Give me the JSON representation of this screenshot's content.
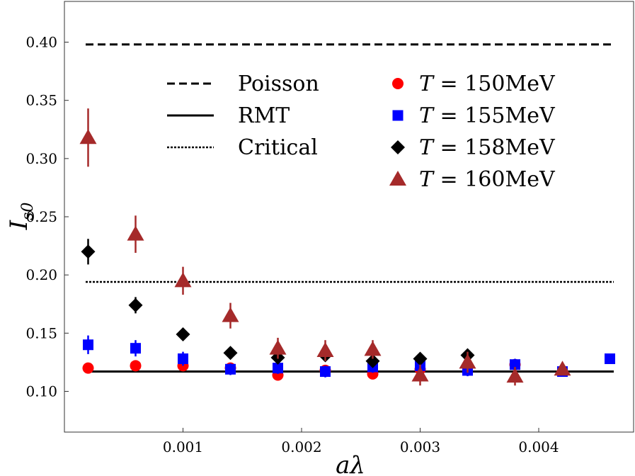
{
  "chart_data": {
    "type": "scatter",
    "xlabel": "aλ",
    "ylabel": "I_s0",
    "xlim": [
      0.0,
      0.0048
    ],
    "ylim": [
      0.065,
      0.435
    ],
    "x_ticks": [
      0.001,
      0.002,
      0.003,
      0.004
    ],
    "x_tick_labels": [
      "0.001",
      "0.002",
      "0.003",
      "0.004"
    ],
    "y_ticks": [
      0.1,
      0.15,
      0.2,
      0.25,
      0.3,
      0.35,
      0.4
    ],
    "y_tick_labels": [
      "0.10",
      "0.15",
      "0.20",
      "0.25",
      "0.30",
      "0.35",
      "0.40"
    ],
    "grid": false,
    "legend_placement": "upper-center",
    "reference_lines": [
      {
        "name": "Poisson",
        "y": 0.398,
        "style": "dashed",
        "color": "#000000"
      },
      {
        "name": "RMT",
        "y": 0.117,
        "style": "solid",
        "color": "#000000"
      },
      {
        "name": "Critical",
        "y": 0.194,
        "style": "dotted",
        "color": "#000000"
      }
    ],
    "series": [
      {
        "name": "T = 150MeV",
        "legend_text": "150MeV",
        "marker": "circle",
        "color": "#ff0000",
        "points": [
          {
            "x": 0.0002,
            "y": 0.12,
            "err": 0.004
          },
          {
            "x": 0.0006,
            "y": 0.122,
            "err": 0.004
          },
          {
            "x": 0.001,
            "y": 0.122,
            "err": 0.004
          },
          {
            "x": 0.0014,
            "y": 0.12,
            "err": 0.004
          },
          {
            "x": 0.0018,
            "y": 0.114,
            "err": 0.004
          },
          {
            "x": 0.0022,
            "y": 0.118,
            "err": 0.004
          },
          {
            "x": 0.0026,
            "y": 0.115,
            "err": 0.004
          },
          {
            "x": 0.003,
            "y": 0.119,
            "err": 0.004
          },
          {
            "x": 0.0038,
            "y": 0.123,
            "err": 0.004
          }
        ]
      },
      {
        "name": "T = 155MeV",
        "legend_text": "155MeV",
        "marker": "square",
        "color": "#0000ff",
        "points": [
          {
            "x": 0.0002,
            "y": 0.14,
            "err": 0.008
          },
          {
            "x": 0.0006,
            "y": 0.137,
            "err": 0.007
          },
          {
            "x": 0.001,
            "y": 0.128,
            "err": 0.006
          },
          {
            "x": 0.0014,
            "y": 0.119,
            "err": 0.005
          },
          {
            "x": 0.0018,
            "y": 0.12,
            "err": 0.005
          },
          {
            "x": 0.0022,
            "y": 0.117,
            "err": 0.005
          },
          {
            "x": 0.0026,
            "y": 0.121,
            "err": 0.005
          },
          {
            "x": 0.003,
            "y": 0.122,
            "err": 0.005
          },
          {
            "x": 0.0034,
            "y": 0.118,
            "err": 0.005
          },
          {
            "x": 0.0038,
            "y": 0.123,
            "err": 0.005
          },
          {
            "x": 0.0042,
            "y": 0.117,
            "err": 0.004
          },
          {
            "x": 0.0046,
            "y": 0.128,
            "err": 0.004
          }
        ]
      },
      {
        "name": "T = 158MeV",
        "legend_text": "158MeV",
        "marker": "diamond",
        "color": "#000000",
        "points": [
          {
            "x": 0.0002,
            "y": 0.22,
            "err": 0.011
          },
          {
            "x": 0.0006,
            "y": 0.174,
            "err": 0.007
          },
          {
            "x": 0.001,
            "y": 0.149,
            "err": 0.005
          },
          {
            "x": 0.0014,
            "y": 0.133,
            "err": 0.005
          },
          {
            "x": 0.0018,
            "y": 0.129,
            "err": 0.005
          },
          {
            "x": 0.0022,
            "y": 0.131,
            "err": 0.005
          },
          {
            "x": 0.0026,
            "y": 0.126,
            "err": 0.005
          },
          {
            "x": 0.003,
            "y": 0.128,
            "err": 0.005
          },
          {
            "x": 0.0034,
            "y": 0.131,
            "err": 0.005
          }
        ]
      },
      {
        "name": "T = 160MeV",
        "legend_text": "160MeV",
        "marker": "triangle",
        "color": "#a52a2a",
        "points": [
          {
            "x": 0.0002,
            "y": 0.318,
            "err": 0.025
          },
          {
            "x": 0.0006,
            "y": 0.235,
            "err": 0.016
          },
          {
            "x": 0.001,
            "y": 0.195,
            "err": 0.012
          },
          {
            "x": 0.0014,
            "y": 0.165,
            "err": 0.011
          },
          {
            "x": 0.0018,
            "y": 0.137,
            "err": 0.009
          },
          {
            "x": 0.0022,
            "y": 0.135,
            "err": 0.009
          },
          {
            "x": 0.0026,
            "y": 0.136,
            "err": 0.008
          },
          {
            "x": 0.003,
            "y": 0.114,
            "err": 0.009
          },
          {
            "x": 0.0034,
            "y": 0.125,
            "err": 0.009
          },
          {
            "x": 0.0038,
            "y": 0.113,
            "err": 0.008
          },
          {
            "x": 0.0042,
            "y": 0.119,
            "err": 0.005
          }
        ]
      }
    ]
  }
}
